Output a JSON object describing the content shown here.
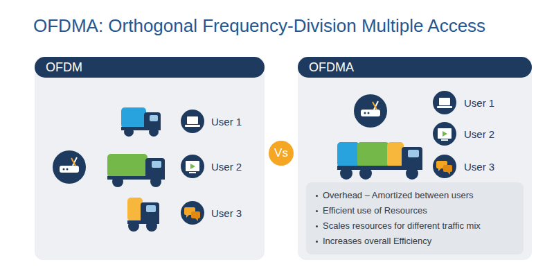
{
  "diagram": {
    "title": "OFDMA: Orthogonal Frequency-Division Multiple Access",
    "nodes": [
      {
        "text": [
          "OFDM"
        ]
      },
      {
        "text": [
          "Vs"
        ]
      },
      {
        "text": [
          "OFDMA"
        ]
      },
      {
        "text": [
          "Overhead – Amortized between users",
          "Efficient use of Resources",
          "Scales resources for different traffic mix",
          "Increases overall Efficiency"
        ],
        "in": 2
      }
    ],
    "labels": [
      "User 1",
      "User 2",
      "User 3",
      "User 1",
      "User 2",
      "User 3"
    ]
  }
}
